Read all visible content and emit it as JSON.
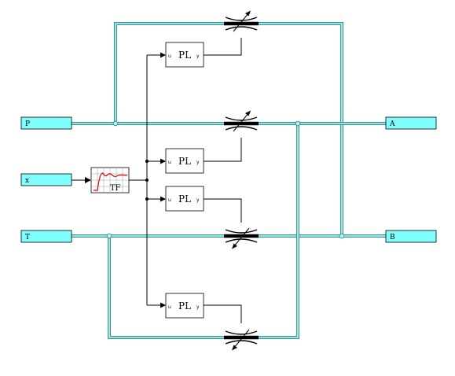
{
  "ports": {
    "P": "P",
    "x": "x",
    "T": "T",
    "A": "A",
    "B": "B"
  },
  "blocks": {
    "pl_label": "PL",
    "pl_in": "u",
    "pl_out": "y",
    "tf_label": "TF"
  },
  "colors": {
    "port_fill": "#80ffff",
    "pipe": "#2e9a9a",
    "pipe_core": "#c8f4f4",
    "tf_curve": "#e00000"
  }
}
